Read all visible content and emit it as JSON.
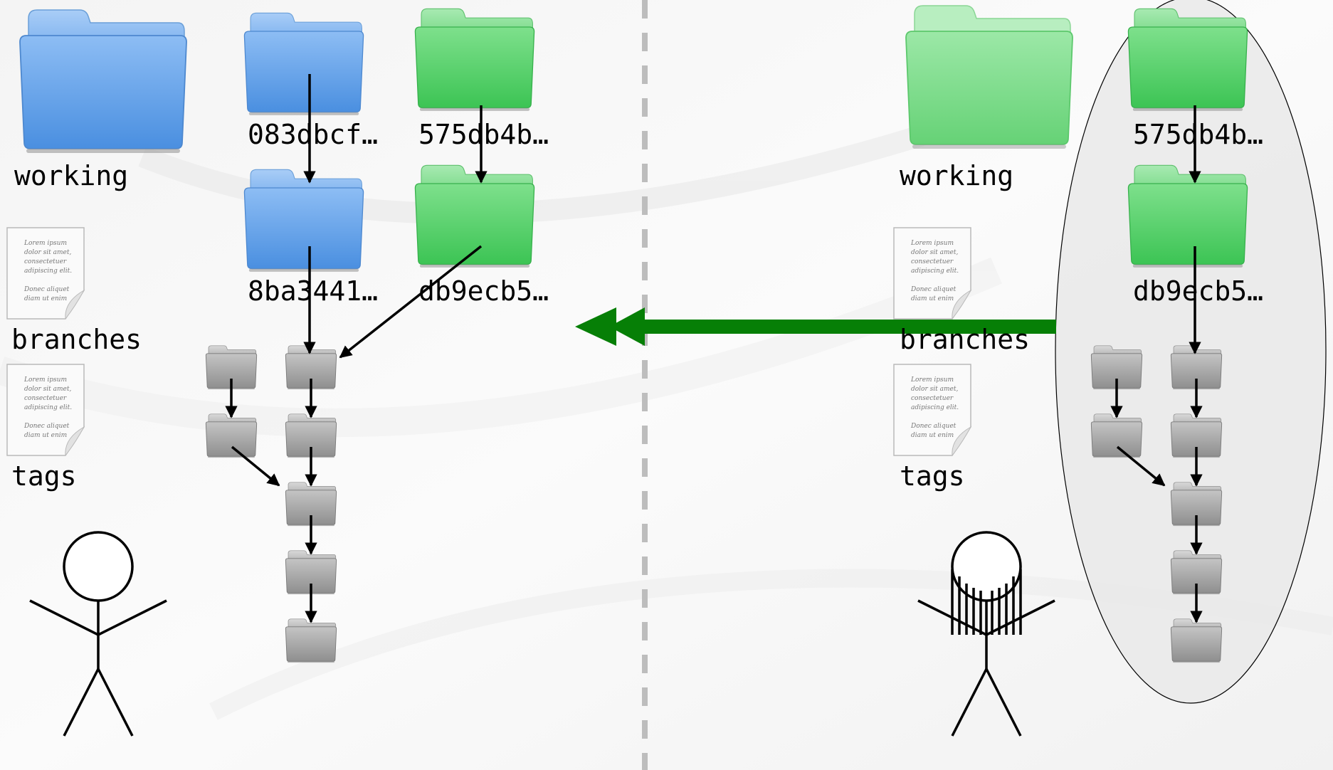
{
  "colors": {
    "blue_folder": "#5f9fe8",
    "green_folder": "#4fcf63",
    "gray_folder": "#9c9c9c",
    "push_arrow": "#067f06",
    "divider": "#bdbdbd",
    "remote_highlight": "#ececec"
  },
  "left_repo": {
    "working_label": "working",
    "branches_label": "branches",
    "tags_label": "tags",
    "commit_labels": [
      "083dbcf…",
      "8ba3441…"
    ],
    "remote_labels": [
      "575db4b…",
      "db9ecb5…"
    ]
  },
  "right_repo": {
    "working_label": "working",
    "branches_label": "branches",
    "tags_label": "tags",
    "remote_labels": [
      "575db4b…",
      "db9ecb5…"
    ]
  },
  "document_icon": {
    "lines": [
      "Lorem ipsum",
      "dolor sit amet,",
      "consectetuer",
      "adipiscing elit.",
      "Donec aliquet",
      "diam ut enim"
    ]
  },
  "icons": {
    "blue_folder": "folder-icon",
    "green_folder": "folder-icon",
    "gray_folder": "commit-folder-icon",
    "document": "document-icon",
    "person": "stick-figure-icon",
    "person_long_hair": "stick-figure-long-hair-icon"
  },
  "push_arrow_direction": "right-to-left"
}
